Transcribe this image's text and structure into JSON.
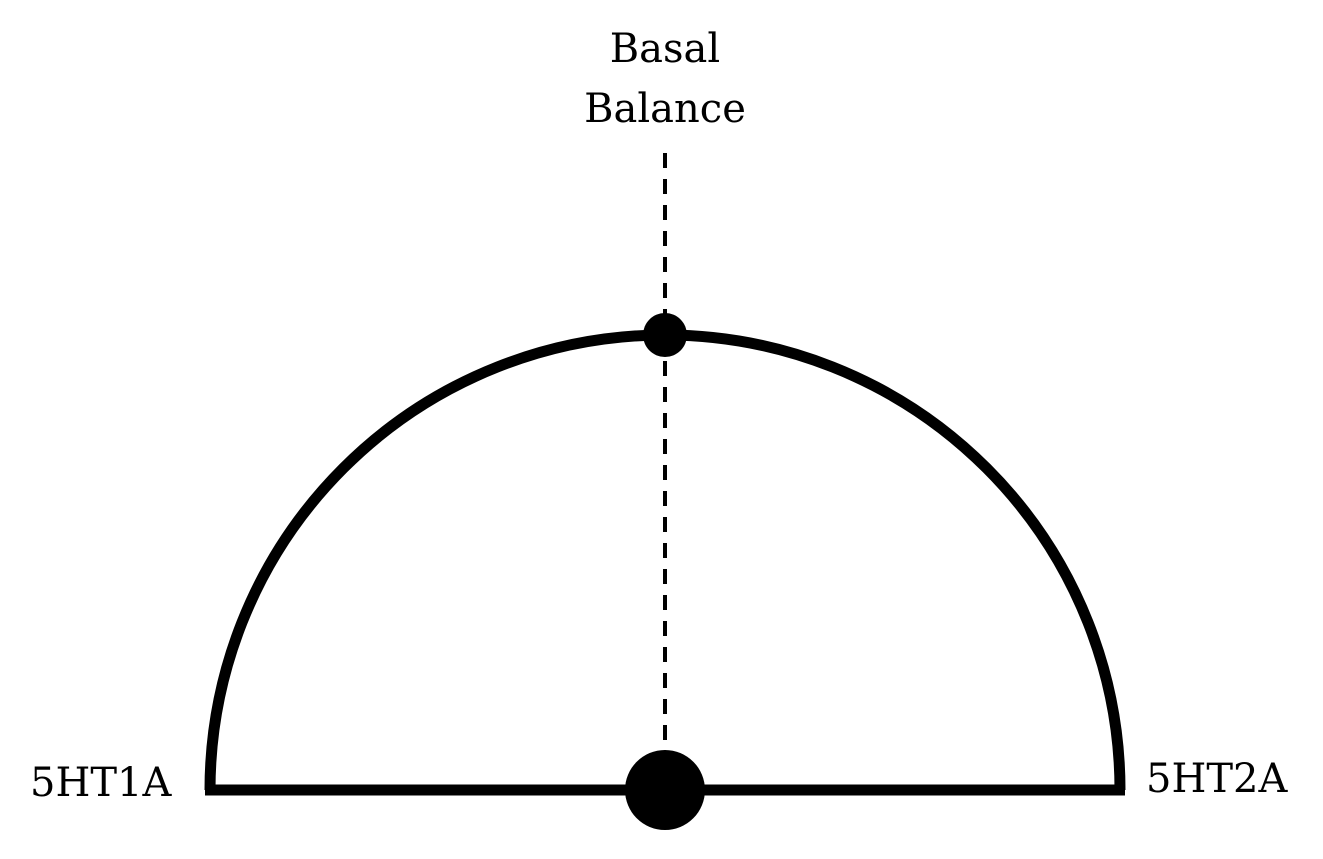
{
  "diagram": {
    "top_label_line1": "Basal",
    "top_label_line2": "Balance",
    "left_label": "5HT1A",
    "right_label": "5HT2A",
    "stroke_color": "#000000",
    "background_color": "#ffffff"
  }
}
